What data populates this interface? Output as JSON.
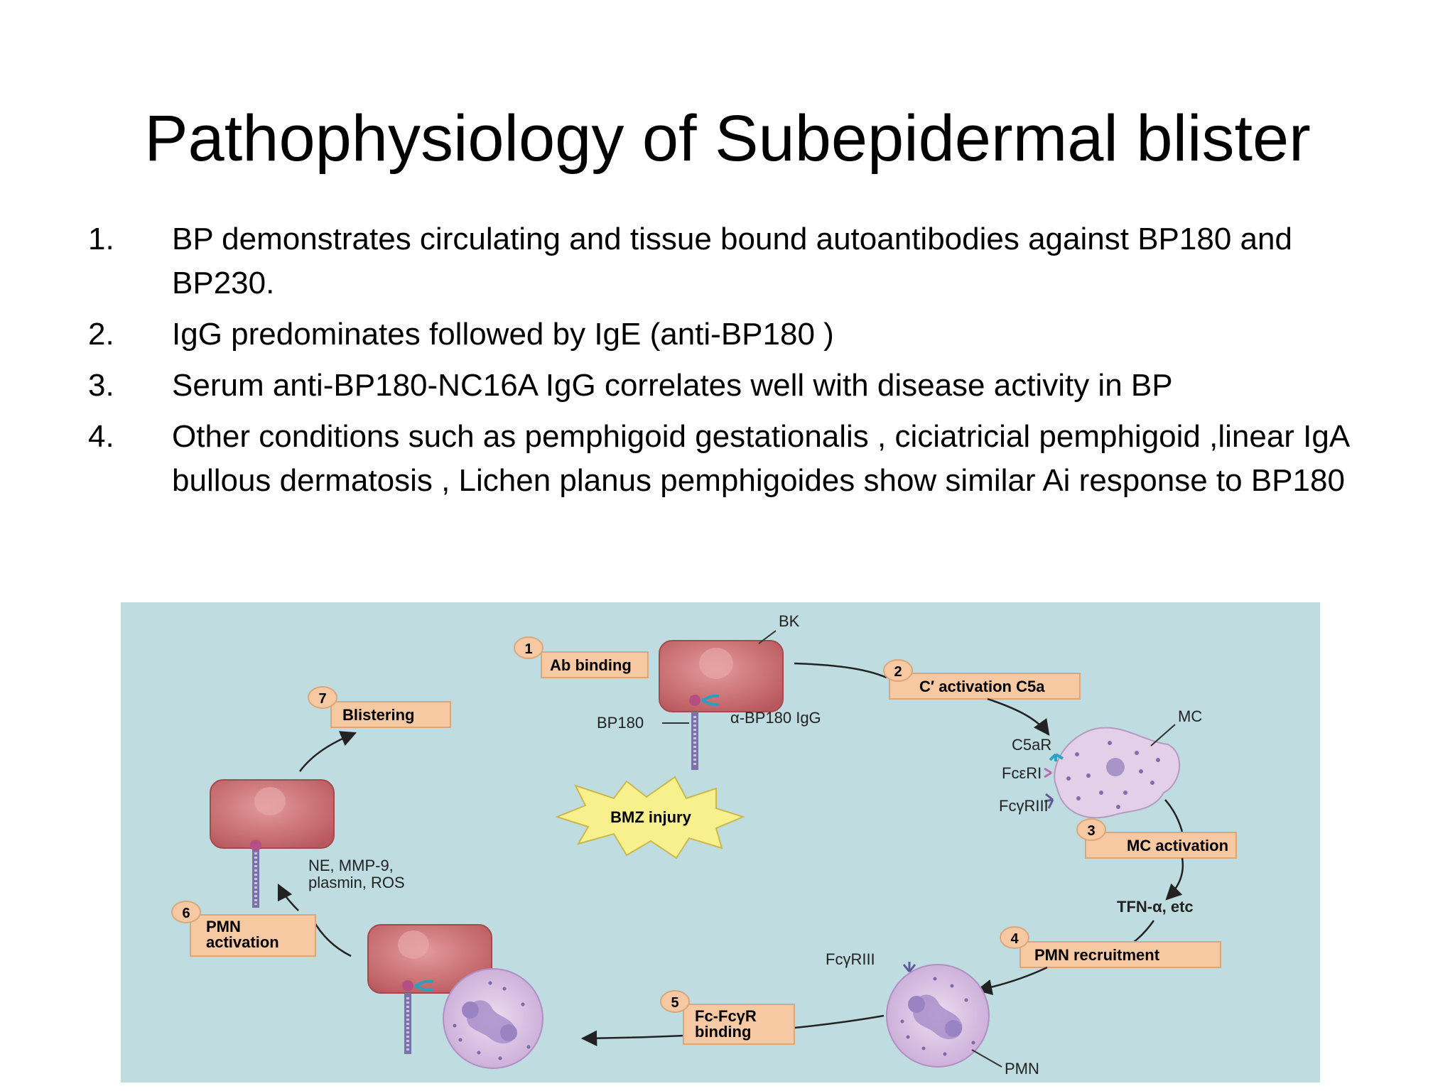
{
  "title": "Pathophysiology of Subepidermal blister",
  "points": [
    {
      "num": "1.",
      "text": "BP demonstrates circulating and tissue bound autoantibodies against BP180 and BP230."
    },
    {
      "num": "2.",
      "text": "IgG predominates followed by IgE (anti-BP180 )"
    },
    {
      "num": "3.",
      "text": "Serum anti-BP180-NC16A IgG correlates well with disease activity in BP"
    },
    {
      "num": "4.",
      "text": "Other conditions such as pemphigoid gestationalis , ciciatricial pemphigoid ,linear IgA bullous dermatosis , Lichen planus pemphigoides show similar Ai response to BP180"
    }
  ],
  "diagram": {
    "steps": [
      {
        "num": "1",
        "label": "Ab binding"
      },
      {
        "num": "2",
        "label": "C′ activation C5a"
      },
      {
        "num": "3",
        "label": "MC activation"
      },
      {
        "num": "4",
        "label": "PMN recruitment"
      },
      {
        "num": "5",
        "label_line1": "Fc-FcγR",
        "label_line2": "binding"
      },
      {
        "num": "6",
        "label_line1": "PMN",
        "label_line2": "activation"
      },
      {
        "num": "7",
        "label": "Blistering"
      }
    ],
    "labels": {
      "bk": "BK",
      "bp180": "BP180",
      "igg": "α-BP180 IgG",
      "mc": "MC",
      "c5ar": "C5aR",
      "fceri": "FcεRI",
      "fcgriii_mc": "FcγRIII",
      "tnf": "TFN-α, etc",
      "fcgriii_pmn": "FcγRIII",
      "pmn": "PMN",
      "mediators_line1": "NE, MMP-9,",
      "mediators_line2": "plasmin, ROS",
      "bmz": "BMZ injury"
    },
    "colors": {
      "background": "#bfdde0",
      "box": "#f7c9a2",
      "cell": "#c86f72",
      "mast_cell": "#e3cfe7",
      "pmn": "#d8bfe1",
      "star": "#f8f08c"
    }
  }
}
